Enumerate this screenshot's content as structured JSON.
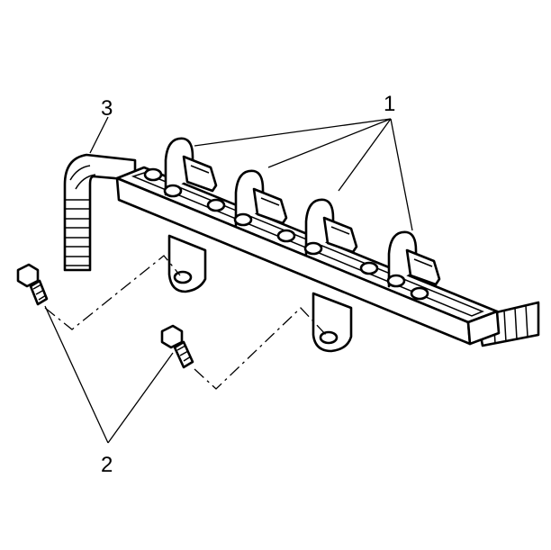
{
  "callouts": {
    "one": "1",
    "two": "2",
    "three": "3"
  },
  "colors": {
    "line": "#000000",
    "fill": "#ffffff"
  }
}
